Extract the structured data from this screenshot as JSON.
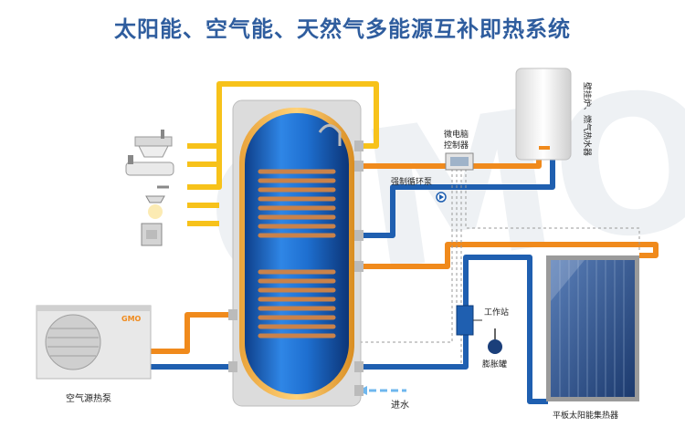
{
  "title": "太阳能、空气能、天然气多能源互补即热系统",
  "watermark": "GMO",
  "labels": {
    "wall_boiler": "壁挂炉、燃气热水器",
    "micro_controller": "微电脑控制器",
    "circulation_pump": "强制循环泵",
    "work_station": "工作站",
    "expansion_tank": "膨胀罐",
    "inlet_water": "进水",
    "air_heat_pump": "空气源热泵",
    "flat_panel_collector": "平板太阳能集热器"
  },
  "brand_on_unit": "GMO",
  "colors": {
    "hot_pipe": "#f7c21a",
    "warm_pipe": "#f08a1c",
    "cold_pipe": "#1f5fb0",
    "tank_blue": "#1f6fd0",
    "copper": "#c9824a",
    "frame_gray": "#c8c8c8",
    "panel_blue": "#2a4f8a",
    "title_color": "#2f5d9e"
  }
}
